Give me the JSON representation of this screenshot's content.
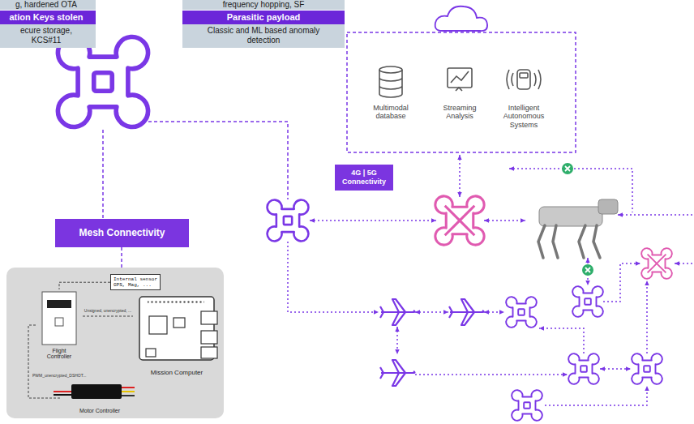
{
  "diagram": {
    "nodes": [
      {
        "text": [
          "g, hardened OTA"
        ]
      },
      {
        "text": [
          "frequency hopping, SF"
        ]
      },
      {
        "text": [
          "ation Keys stolen",
          "ecure storage, KCS#11"
        ]
      },
      {
        "text": [
          "Parasitic payload",
          "Classic and ML based anomaly detection"
        ]
      },
      {
        "text": [
          "4G | 5G Connectivity"
        ]
      },
      {
        "text": [
          "Mesh Connectivity"
        ]
      },
      {
        "text": [
          "Internal sensor GPS, Mag, ..."
        ]
      },
      {
        "text": [
          "Flight Controller"
        ]
      },
      {
        "text": [
          "Mission Computer"
        ]
      },
      {
        "text": [
          "Motor Controller"
        ]
      }
    ],
    "edges": [
      {
        "from": 6,
        "to": 7,
        "arrow": "none"
      },
      {
        "from": 7,
        "to": 8,
        "label": "Unsigned, unencrypted, ...",
        "arrow": "none"
      },
      {
        "from": 9,
        "to": 7,
        "arrow": "none"
      }
    ],
    "labels": [
      "Multimodal database",
      "Streaming Analysis",
      "Intelligent Autonomous Systems",
      "PWM_unencrypted_DSHOT..."
    ]
  }
}
